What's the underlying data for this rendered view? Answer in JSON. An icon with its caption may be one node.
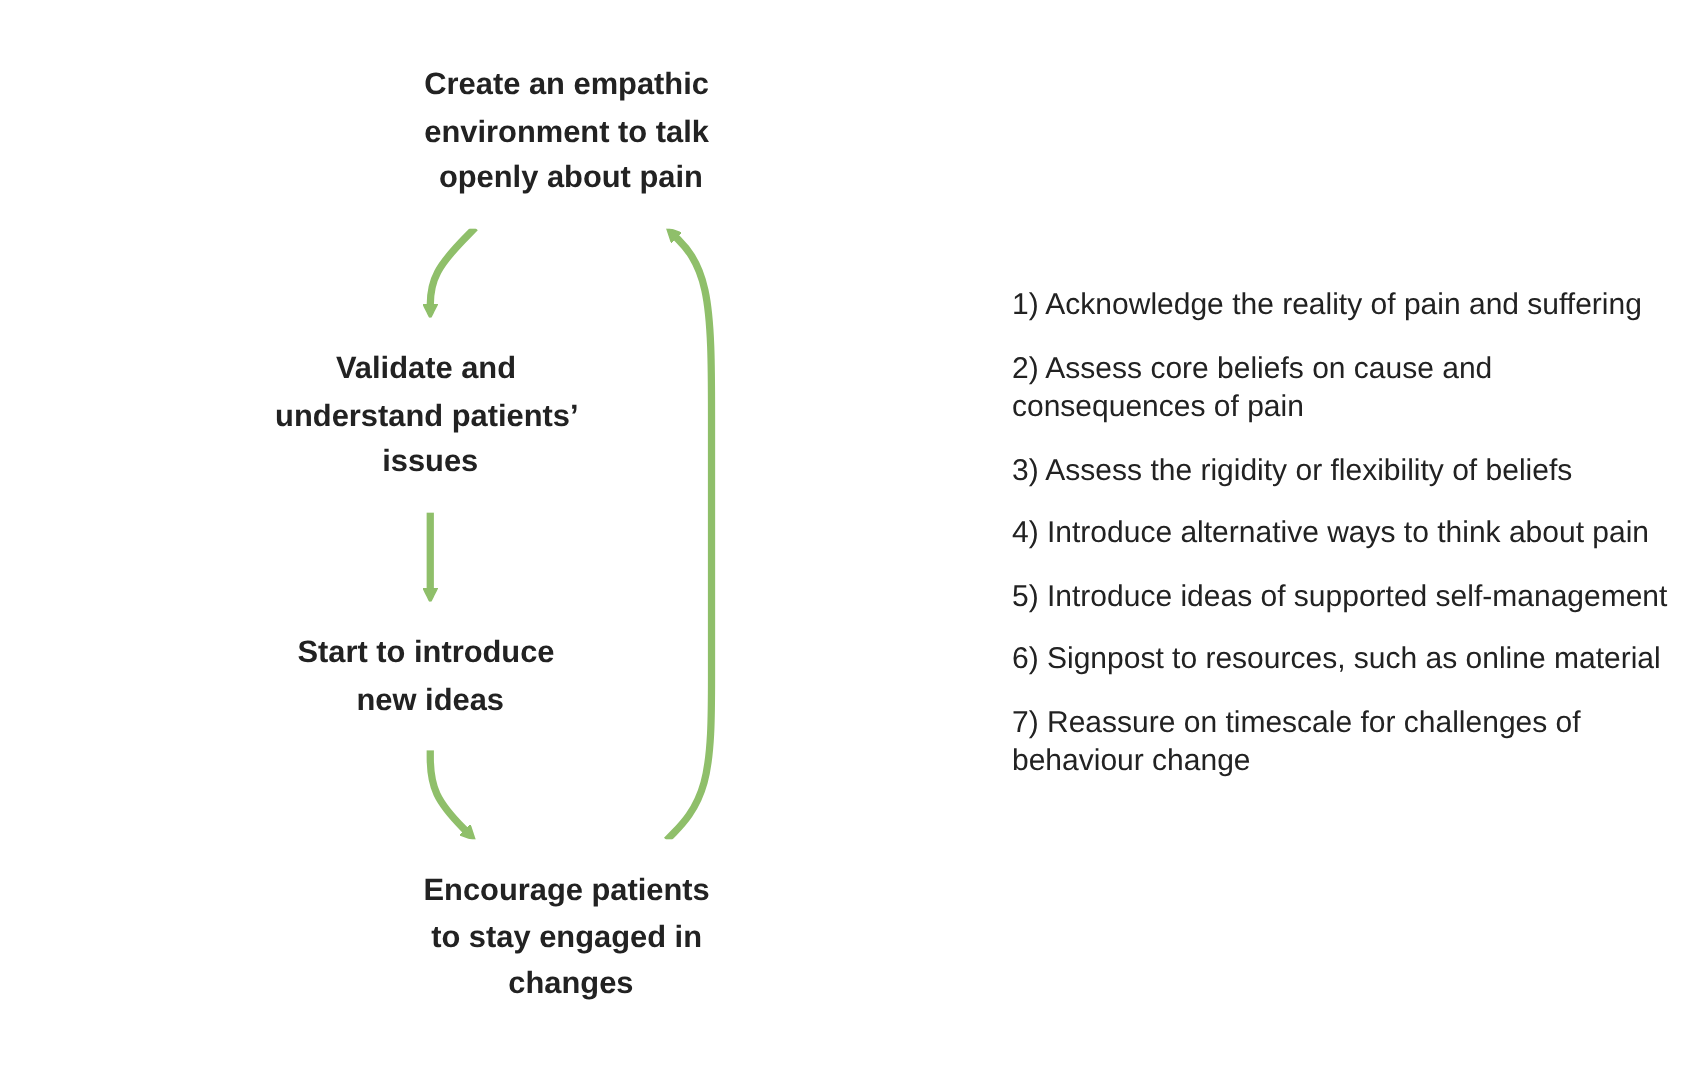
{
  "diagram": {
    "nodes": [
      {
        "text": [
          "Create an empathic environment to talk openly about pain"
        ]
      },
      {
        "text": [
          "Validate and understand patients’ issues"
        ]
      },
      {
        "text": [
          "Start to introduce new ideas"
        ]
      },
      {
        "text": [
          "Encourage patients to stay engaged in changes"
        ]
      }
    ],
    "edges": [
      {
        "from": 0,
        "to": 1,
        "arrow": "to"
      },
      {
        "from": 1,
        "to": 2,
        "arrow": "to"
      },
      {
        "from": 2,
        "to": 3,
        "arrow": "to"
      },
      {
        "from": 3,
        "to": 0,
        "arrow": "to"
      }
    ],
    "labels": [
      "1) Acknowledge the reality of pain and suffering",
      "2) Assess core beliefs on cause and consequences of pain",
      "3) Assess the rigidity or flexibility of beliefs",
      "4) Introduce alternative ways to think about pain",
      "5) Introduce ideas of supported self-management",
      "6) Signpost to resources, such as online material",
      "7) Reassure on timescale for challenges of behaviour change"
    ]
  }
}
